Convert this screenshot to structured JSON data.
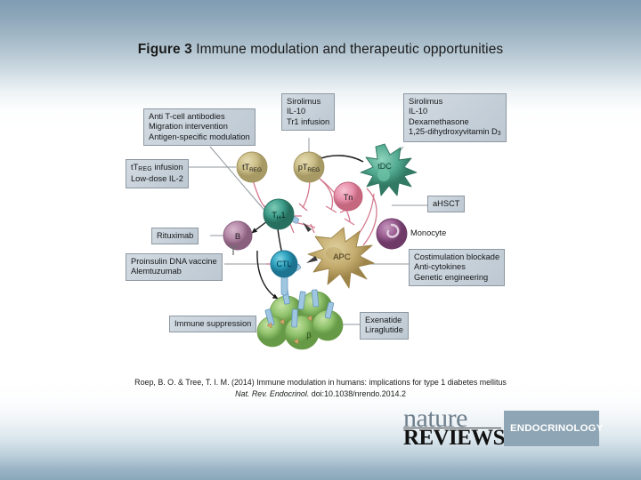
{
  "title": {
    "prefix": "Figure 3",
    "rest": " Immune modulation and therapeutic opportunities"
  },
  "figure": {
    "boxes": [
      {
        "id": "anti-tcell",
        "lines": [
          "Anti T-cell antibodies",
          "Migration intervention",
          "Antigen-specific modulation"
        ]
      },
      {
        "id": "treg-infusion",
        "lines": [
          "tT",
          "REG",
          " infusion",
          "Low-dose IL-2"
        ]
      },
      {
        "id": "sirolimus-tr1",
        "lines": [
          "Sirolimus",
          "IL-10",
          "Tr1 infusion"
        ]
      },
      {
        "id": "sirolimus-dex",
        "lines": [
          "Sirolimus",
          "IL-10",
          "Dexamethasone",
          "1,25-dihydroxyvitamin D",
          "3"
        ]
      },
      {
        "id": "ahsct",
        "lines": [
          "aHSCT"
        ]
      },
      {
        "id": "costim",
        "lines": [
          "Costimulation blockade",
          "Anti-cytokines",
          "Genetic engineering"
        ]
      },
      {
        "id": "rituximab",
        "lines": [
          "Rituximab"
        ]
      },
      {
        "id": "proinsulin",
        "lines": [
          "Proinsulin DNA vaccine",
          "Alemtuzumab"
        ]
      },
      {
        "id": "immune-suppression",
        "lines": [
          "Immune suppression"
        ]
      },
      {
        "id": "exenatide",
        "lines": [
          "Exenatide",
          "Liraglutide"
        ]
      }
    ],
    "box_text": {
      "anti_tcell_1": "Anti T-cell antibodies",
      "anti_tcell_2": "Migration intervention",
      "anti_tcell_3": "Antigen-specific modulation",
      "treg_pre": "tT",
      "treg_sub": "REG",
      "treg_post": " infusion",
      "treg_line2": "Low-dose IL-2",
      "sirolimus_tr1_1": "Sirolimus",
      "sirolimus_tr1_2": "IL-10",
      "sirolimus_tr1_3": "Tr1 infusion",
      "sirolimus_dex_1": "Sirolimus",
      "sirolimus_dex_2": "IL-10",
      "sirolimus_dex_3": "Dexamethasone",
      "sirolimus_dex_4a": "1,25-dihydroxyvitamin D",
      "sirolimus_dex_4b": "3",
      "ahsct": "aHSCT",
      "costim_1": "Costimulation blockade",
      "costim_2": "Anti-cytokines",
      "costim_3": "Genetic engineering",
      "rituximab": "Rituximab",
      "proinsulin_1": "Proinsulin DNA vaccine",
      "proinsulin_2": "Alemtuzumab",
      "immune_suppression": "Immune suppression",
      "exenatide_1": "Exenatide",
      "exenatide_2": "Liraglutide",
      "monocyte": "Monocyte"
    },
    "cells": {
      "ttreg_pre": "tT",
      "ttreg_sub": "REG",
      "ptreg_pre": "pT",
      "ptreg_sub": "REG",
      "tdc": "tDC",
      "tn": "Tn",
      "th1_pre": "T",
      "th1_sub": "H",
      "th1_post": "1",
      "b": "B",
      "ctl": "CTL",
      "apc": "APC",
      "beta": "β",
      "monocyte": "Monocyte"
    },
    "colors": {
      "box_fill": "#c9d3dc",
      "box_border": "#8d98a2",
      "treg_cell": "#c9bc86",
      "tdc_cell": "#57a98f",
      "tn_cell": "#e592ad",
      "th1_cell": "#3f9f8c",
      "b_cell": "#b589a8",
      "ctl_cell": "#35a8c4",
      "apc_cell": "#c9b072",
      "beta_cell": "#93c46f",
      "monocyte_cell": "#9c5f93",
      "inhibit_line": "#d4798f",
      "connector": "#8f979e"
    }
  },
  "citation": {
    "line1": "Roep, B. O. & Tree, T. I. M. (2014) Immune modulation in humans: implications for type 1 diabetes mellitus",
    "line2_italic": "Nat. Rev. Endocrinol.",
    "line2_rest": " doi:10.1038/nrendo.2014.2"
  },
  "logo": {
    "nature": "nature",
    "reviews": "REVIEWS",
    "journal": "ENDOCRINOLOGY"
  }
}
